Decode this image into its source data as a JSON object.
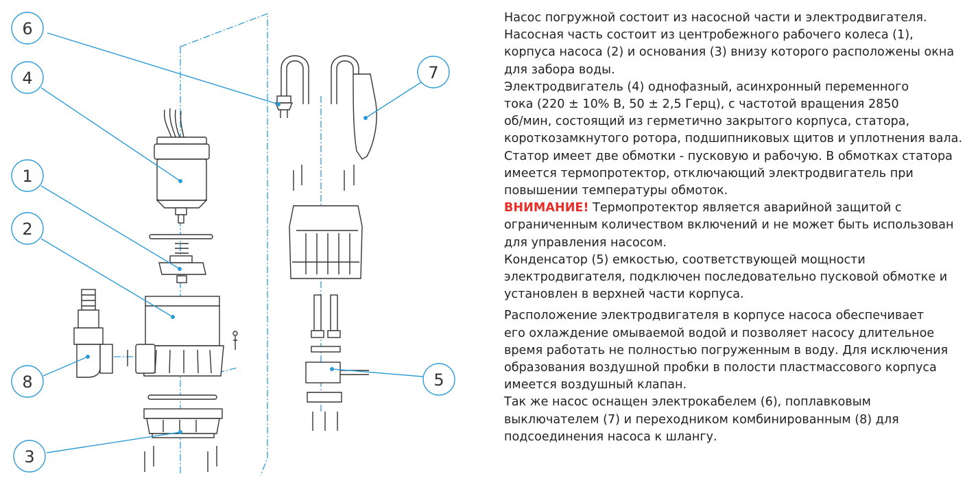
{
  "callouts": [
    {
      "id": "6",
      "label": "6"
    },
    {
      "id": "4",
      "label": "4"
    },
    {
      "id": "1",
      "label": "1"
    },
    {
      "id": "2",
      "label": "2"
    },
    {
      "id": "8",
      "label": "8"
    },
    {
      "id": "3",
      "label": "3"
    },
    {
      "id": "7",
      "label": "7"
    },
    {
      "id": "5",
      "label": "5"
    }
  ],
  "description": {
    "line1": "Насос погружной  состоит из насосной части и  электродвигателя.",
    "line2": "Насосная часть состоит из центробежного рабочего колеса (1),",
    "line3": "корпуса насоса (2) и основания (3) внизу которого расположены окна",
    "line4": "для забора воды.",
    "line5": "Электродвигатель (4) однофазный, асинхронный переменного",
    "line6": "тока (220 ± 10% В, 50 ± 2,5 Герц), с частотой вращения 2850",
    "line7": "об/мин, состоящий из герметично закрытого корпуса, статора,",
    "line8": "короткозамкнутого ротора, подшипниковых щитов и уплотнения вала.",
    "line9": "Статор имеет две обмотки - пусковую и рабочую. В обмотках статора",
    "line10": "имеется термопротектор, отключающий электродвигатель при",
    "line11": "повышении температуры обмоток.",
    "warning_label": "ВНИМАНИЕ!",
    "line12": " Термопротектор является аварийной защитой с",
    "line13": "ограниченным количеством включений и не может быть использован",
    "line14": "для управления насосом.",
    "line15": "Конденсатор (5) емкостью, соответствующей мощности",
    "line16": "электродвигателя, подключен последовательно пусковой обмотке и",
    "line17": "установлен в верхней части корпуса.",
    "line18": "Расположение электродвигателя в корпусе насоса обеспечивает",
    "line19": "его охлаждение омываемой водой и позволяет насосу длительное",
    "line20": "время работать не полностью погруженным в воду. Для исключения",
    "line21": "образования воздушной пробки в полости пластмассового корпуса",
    "line22": "имеется воздушный клапан.",
    "line23": "Так же насос оснащен электрокабелем (6), поплавковым",
    "line24": "выключателем (7) и переходником комбинированным (8) для",
    "line25": "подсоединения насоса к шлангу."
  },
  "colors": {
    "leader": "#2d9bd6",
    "axis": "#2d9bd6",
    "drawing": "#333333",
    "warning": "#e8302a"
  }
}
